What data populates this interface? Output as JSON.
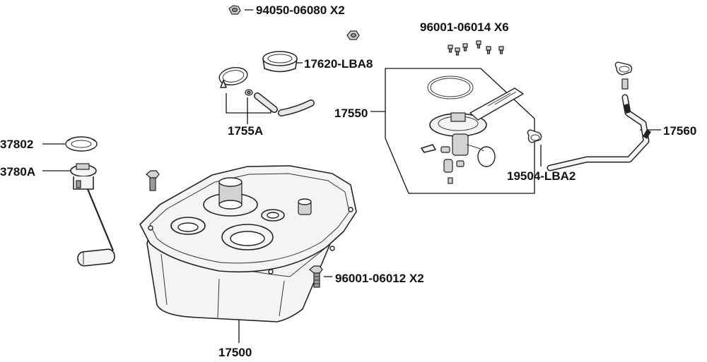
{
  "labels": {
    "l_94050": "94050-06080 X2",
    "l_96001_06014": "96001-06014 X6",
    "l_17620": "17620-LBA8",
    "l_1755A": "1755A",
    "l_17550": "17550",
    "l_37802": "37802",
    "l_3780A": "3780A",
    "l_17560": "17560",
    "l_19504": "19504-LBA2",
    "l_96001_06012": "96001-06012 X2",
    "l_17500": "17500"
  }
}
